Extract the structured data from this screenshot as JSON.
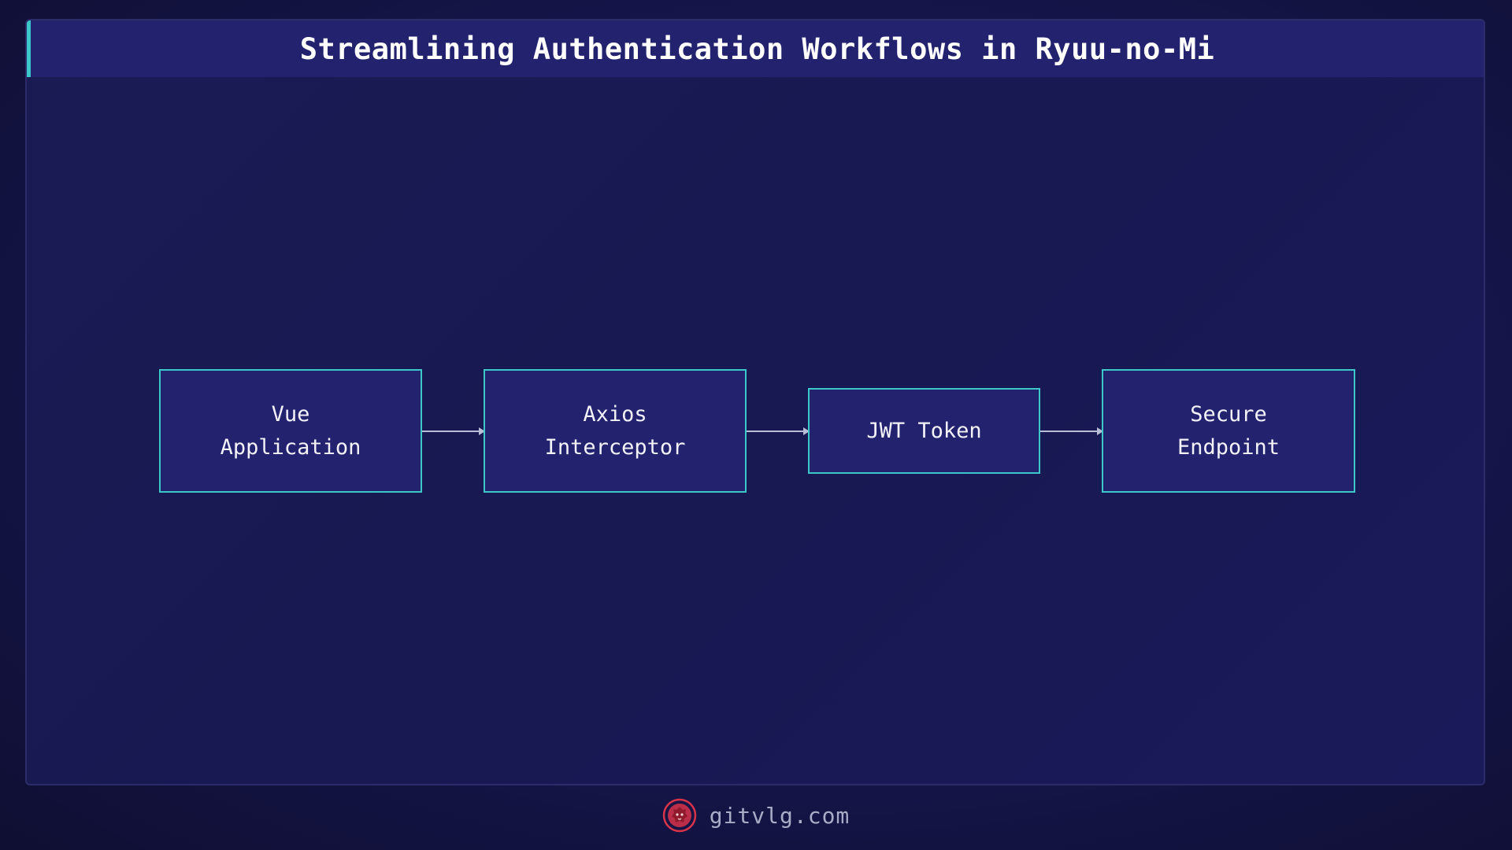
{
  "title": "Streamlining Authentication Workflows in Ryuu-no-Mi",
  "nodes": [
    {
      "line1": "Vue",
      "line2": "Application"
    },
    {
      "line1": "Axios",
      "line2": "Interceptor"
    },
    {
      "line1": "JWT Token",
      "line2": ""
    },
    {
      "line1": "Secure",
      "line2": "Endpoint"
    }
  ],
  "edges": [
    {
      "from": "Vue Application",
      "to": "Axios Interceptor"
    },
    {
      "from": "Axios Interceptor",
      "to": "JWT Token"
    },
    {
      "from": "JWT Token",
      "to": "Secure Endpoint"
    }
  ],
  "footer": {
    "logo_icon": "lion-logo-icon",
    "site": "gitvlg.com"
  },
  "colors": {
    "background": "#15154a",
    "node_fill": "#22226f",
    "node_border": "#3cc7c9",
    "accent": "#3cc7c9",
    "logo": "#d9334a"
  }
}
